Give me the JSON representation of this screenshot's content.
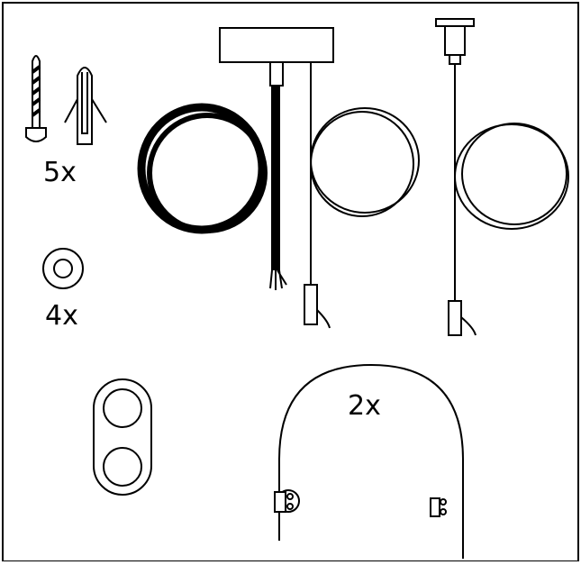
{
  "parts": {
    "screws_quantity": "5x",
    "washers_quantity": "4x",
    "hoops_quantity": "2x"
  },
  "colors": {
    "line": "#000000",
    "background": "#ffffff"
  }
}
